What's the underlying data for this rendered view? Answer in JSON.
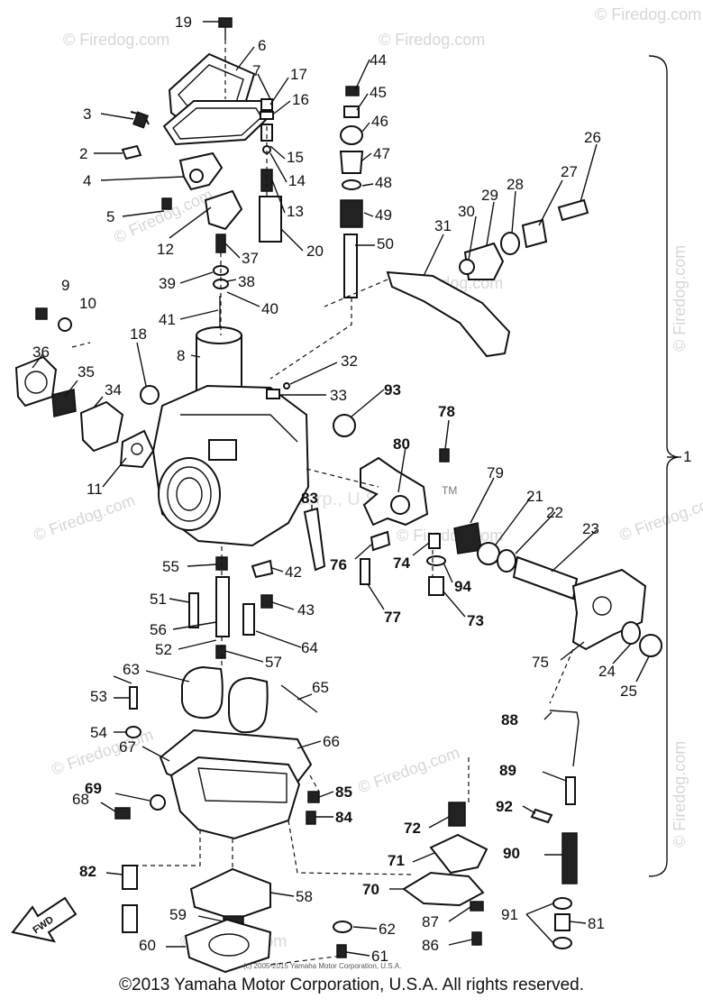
{
  "watermarks": [
    "© Firedog.com",
    "© Firedog.com",
    "© Firedog.com",
    "© Firedog.com",
    "© Firedog.com",
    "© Firedog.com",
    "© Firedog.com",
    "© Firedog.com",
    "© Firedog.com",
    "© Firedog.com",
    "© Firedog.com",
    "© Firedog.com",
    "© Firedog.com"
  ],
  "center_watermark": "Yamaha Motor Corp., U.S.A.",
  "tm_mark": "TM",
  "small_copyright": "(c) 2005-2015 Yamaha Motor Corporation, U.S.A.",
  "footer": "©2013 Yamaha Motor Corporation, U.S.A. All rights reserved.",
  "fwd_label": "FWD",
  "callouts": [
    "19",
    "6",
    "7",
    "17",
    "16",
    "15",
    "14",
    "13",
    "20",
    "3",
    "2",
    "4",
    "5",
    "12",
    "37",
    "38",
    "39",
    "40",
    "41",
    "9",
    "10",
    "8",
    "18",
    "36",
    "35",
    "34",
    "11",
    "44",
    "45",
    "46",
    "47",
    "48",
    "49",
    "50",
    "26",
    "27",
    "28",
    "29",
    "30",
    "31",
    "32",
    "33",
    "93",
    "78",
    "80",
    "79",
    "21",
    "22",
    "23",
    "83",
    "76",
    "74",
    "94",
    "77",
    "73",
    "75",
    "24",
    "25",
    "55",
    "42",
    "51",
    "43",
    "56",
    "52",
    "64",
    "57",
    "63",
    "65",
    "53",
    "54",
    "67",
    "66",
    "88",
    "89",
    "92",
    "90",
    "85",
    "84",
    "69",
    "68",
    "72",
    "71",
    "70",
    "82",
    "58",
    "59",
    "60",
    "62",
    "61",
    "87",
    "86",
    "91",
    "81",
    "1"
  ]
}
